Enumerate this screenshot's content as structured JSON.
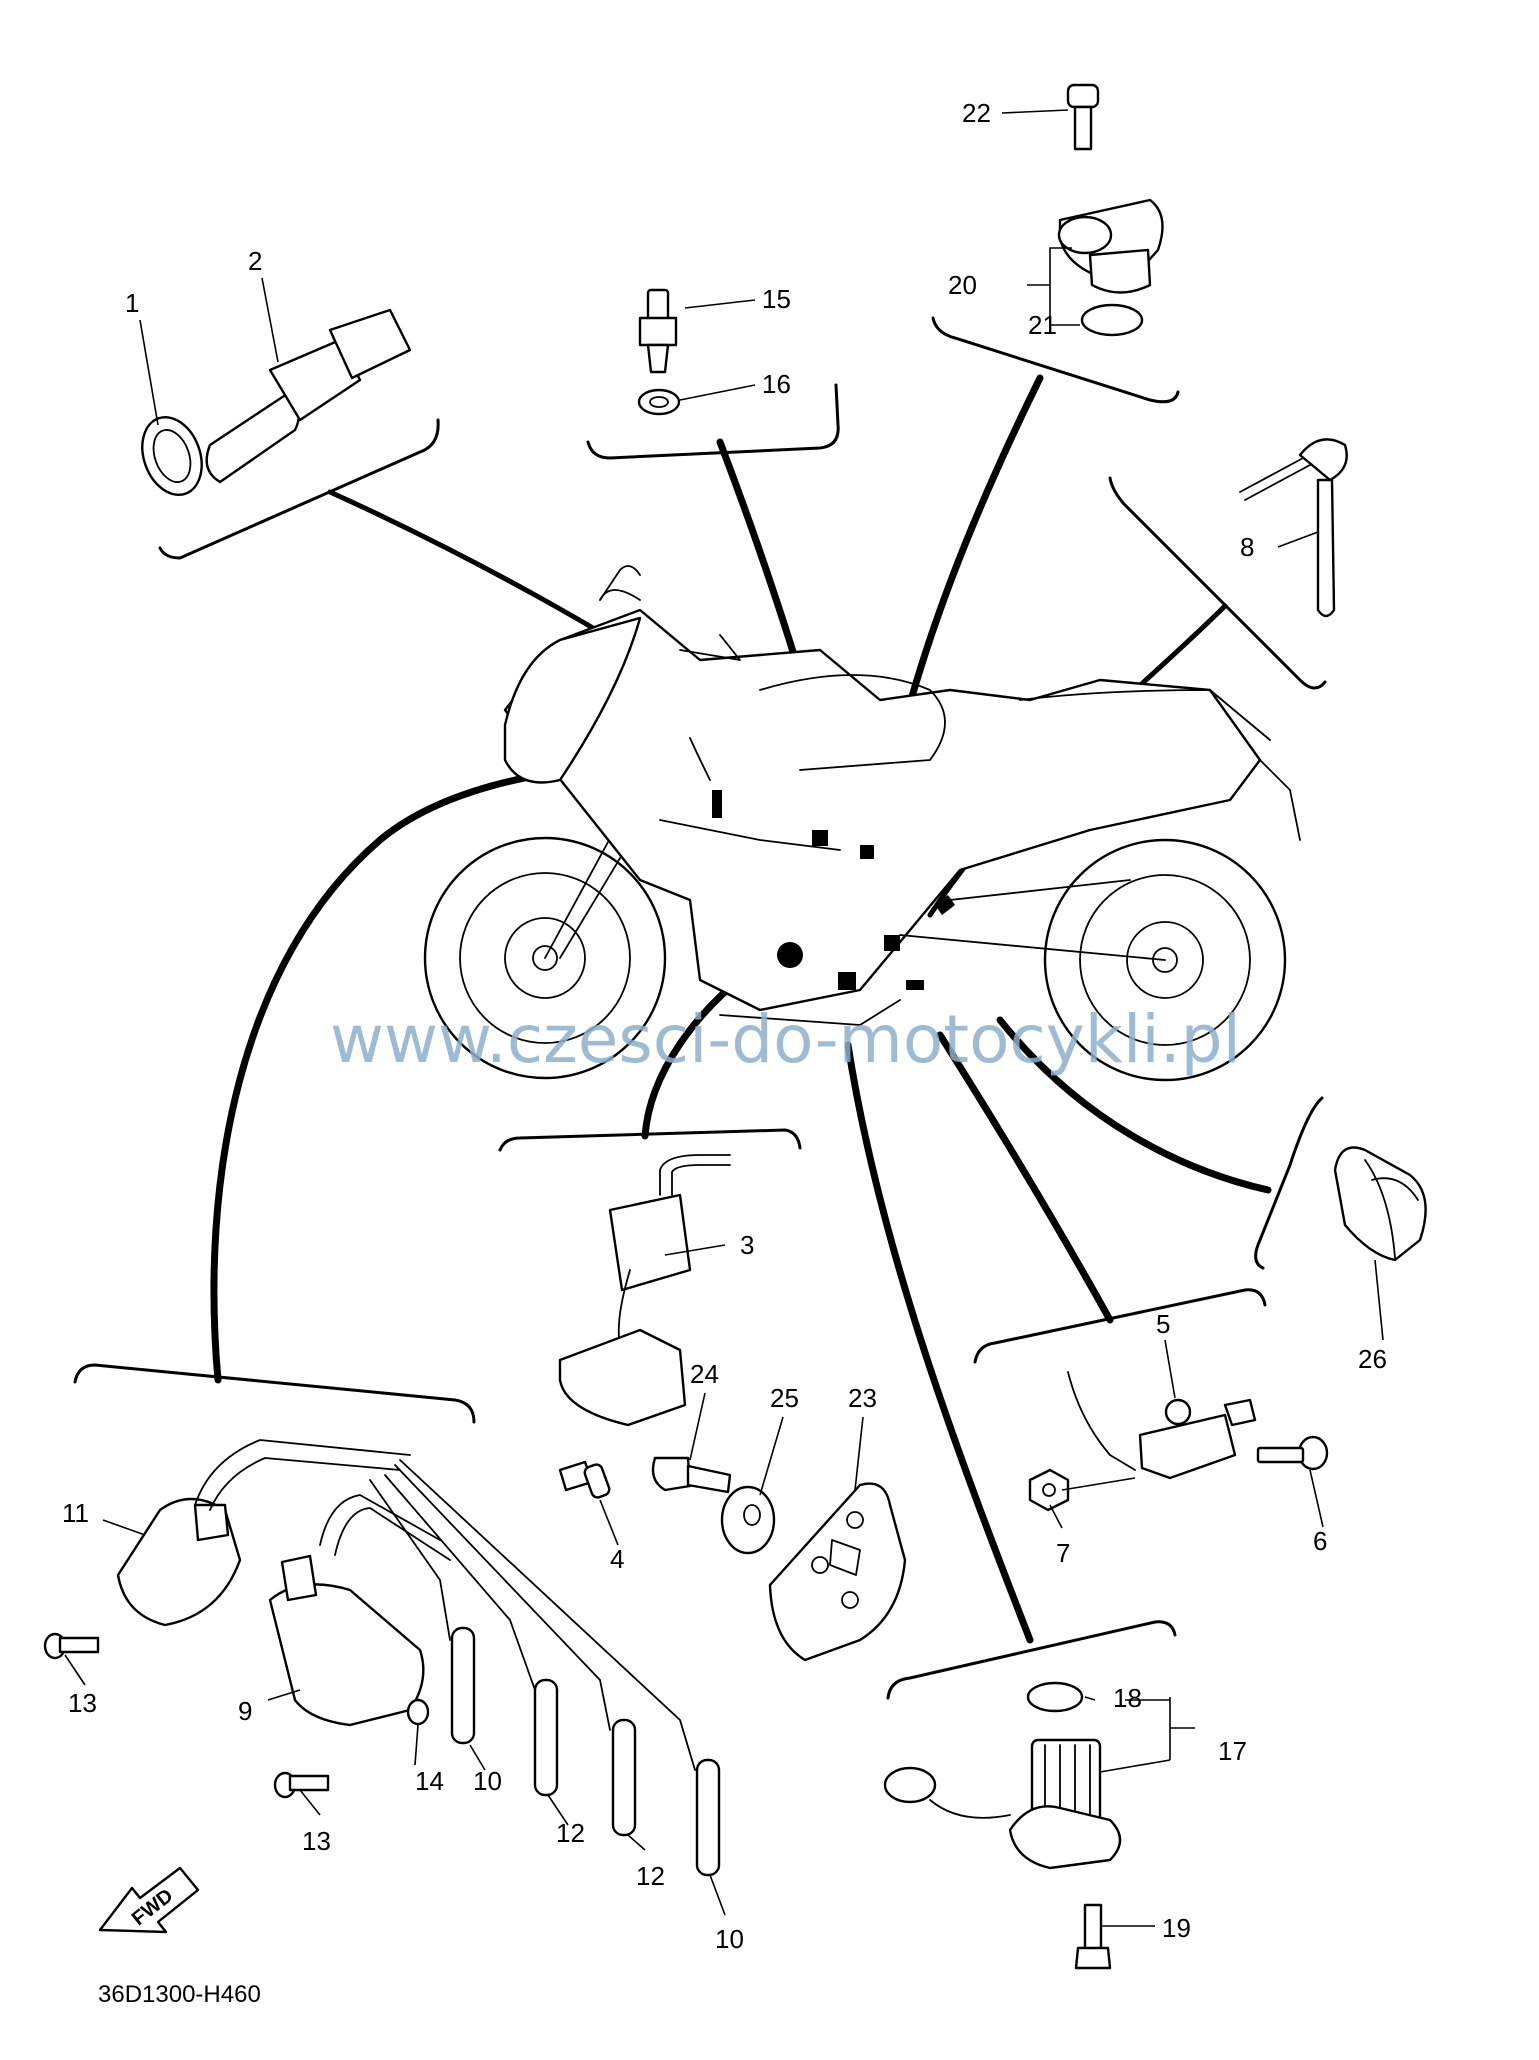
{
  "watermark": "www.czesci-do-motocykli.pl",
  "diagram_code": "36D1300-H460",
  "fwd_label": "FWD",
  "part_numbers": {
    "p1": "1",
    "p2": "2",
    "p3": "3",
    "p4": "4",
    "p5": "5",
    "p6": "6",
    "p7": "7",
    "p8": "8",
    "p9": "9",
    "p10a": "10",
    "p10b": "10",
    "p11": "11",
    "p12a": "12",
    "p12b": "12",
    "p13a": "13",
    "p13b": "13",
    "p14": "14",
    "p15": "15",
    "p16": "16",
    "p17": "17",
    "p18": "18",
    "p19": "19",
    "p20": "20",
    "p21": "21",
    "p22": "22",
    "p23": "23",
    "p24": "24",
    "p25": "25",
    "p26": "26"
  }
}
